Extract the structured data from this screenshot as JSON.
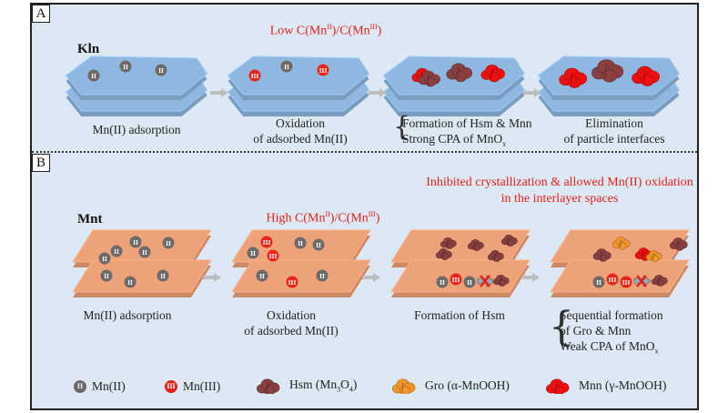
{
  "panels": [
    {
      "tag": "A",
      "mineral": "Kln",
      "condition": {
        "prefix": "Low C(Mn",
        "sup1": "II",
        "mid": ")/C(Mn",
        "sup2": "III",
        "suffix": ")"
      },
      "stages": [
        {
          "caption": [
            "Mn(II) adsorption"
          ]
        },
        {
          "caption": [
            "Oxidation",
            "of adsorbed Mn(II)"
          ]
        },
        {
          "caption_lines": [
            "Formation of Hsm & Mnn",
            "Strong CPA of MnO"
          ],
          "sub": "x",
          "braced": true
        },
        {
          "caption": [
            "Elimination",
            "of particle interfaces"
          ]
        }
      ]
    },
    {
      "tag": "B",
      "mineral": "Mnt",
      "condition": {
        "prefix": "High C(Mn",
        "sup1": "II",
        "mid": ")/C(Mn",
        "sup2": "III",
        "suffix": ")"
      },
      "note": [
        "Inhibited crystallization & allowed Mn(II) oxidation",
        "in the interlayer spaces"
      ],
      "stages": [
        {
          "caption": [
            "Mn(II) adsorption"
          ]
        },
        {
          "caption": [
            "Oxidation",
            "of adsorbed Mn(II)"
          ]
        },
        {
          "caption": [
            "Formation of Hsm"
          ]
        },
        {
          "caption_lines": [
            "Sequential formation",
            "of Gro & Mnn",
            "Weak CPA of MnO"
          ],
          "sub": "x",
          "braced": true
        }
      ]
    }
  ],
  "ion_labels": {
    "mn2": "II",
    "mn3": "III"
  },
  "legend": [
    {
      "icon": "mn2-ion-icon",
      "label": "Mn(II)"
    },
    {
      "icon": "mn3-ion-icon",
      "label": "Mn(III)"
    },
    {
      "icon": "hsm-particle-icon",
      "label": "Hsm (Mn",
      "sub1": "3",
      "mid": "O",
      "sub2": "4",
      "suffix": ")"
    },
    {
      "icon": "gro-particle-icon",
      "label": "Gro (α-MnOOH)"
    },
    {
      "icon": "mnn-particle-icon",
      "label": "Mnn (γ-MnOOH)"
    }
  ],
  "colors": {
    "background": "#dce8f4",
    "kln_sheet": "#8fb8e0",
    "mnt_sheet": "#eea27a",
    "mn2": "#6e6a68",
    "mn3": "#e8251a",
    "hsm": "#8a4040",
    "gro": "#f0962a",
    "mnn": "#ee1010",
    "condition_text": "#e8201a"
  }
}
